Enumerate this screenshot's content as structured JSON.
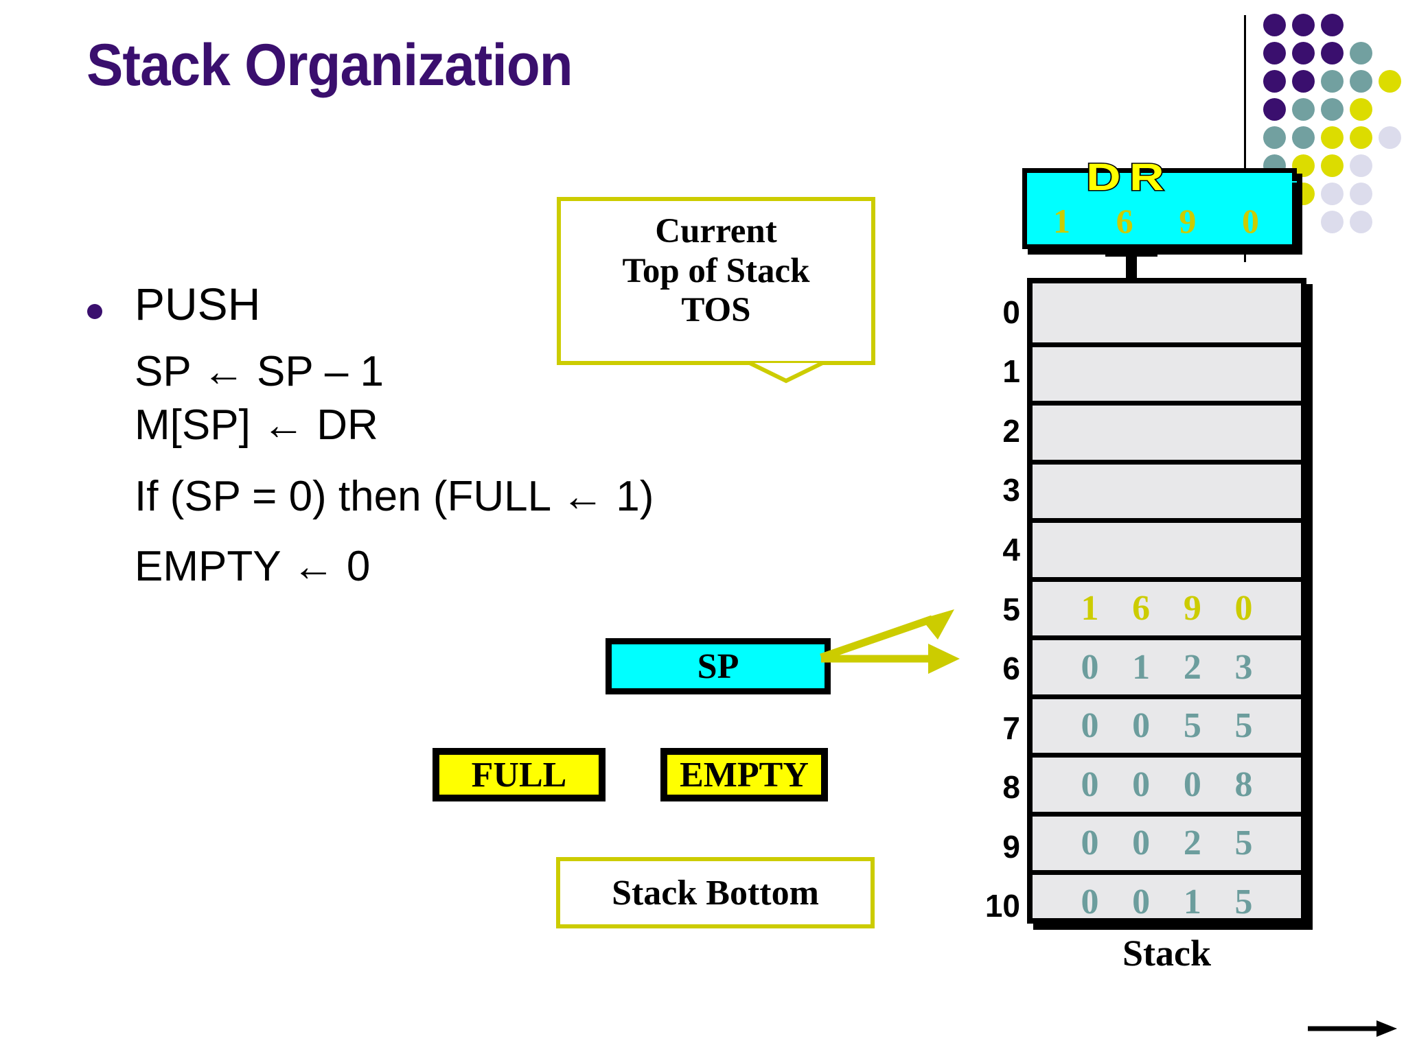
{
  "slide": {
    "title": "Stack Organization",
    "title_color": "#3A0F6E"
  },
  "bullets": [
    {
      "label": "PUSH",
      "lines": [
        "SP ← SP – 1",
        "M[SP] ← DR",
        "If (SP = 0) then (FULL ← 1)",
        "EMPTY ← 0"
      ]
    }
  ],
  "callouts": {
    "tos": {
      "line1": "Current",
      "line2": "Top of Stack",
      "line3": "TOS",
      "border_color": "#CCCC00"
    },
    "stack_bottom": {
      "label": "Stack Bottom",
      "border_color": "#CCCC00"
    }
  },
  "registers": {
    "sp": {
      "label": "SP",
      "fill": "#00FFFF"
    },
    "full": {
      "label": "FULL",
      "fill": "#FFFF00"
    },
    "empty": {
      "label": "EMPTY",
      "fill": "#FFFF00"
    },
    "dr": {
      "label": "DR",
      "fill": "#00FFFF",
      "label_color": "#FFFF00",
      "digits": [
        "1",
        "6",
        "9",
        "0"
      ],
      "digit_color": "#CCCC00"
    }
  },
  "stack": {
    "caption": "Stack",
    "fill": "#E8E8EA",
    "teal": "#6C9D9D",
    "olive": "#CCCC00",
    "rows": [
      {
        "index": "0",
        "digits": [],
        "highlight": false
      },
      {
        "index": "1",
        "digits": [],
        "highlight": false
      },
      {
        "index": "2",
        "digits": [],
        "highlight": false
      },
      {
        "index": "3",
        "digits": [],
        "highlight": false
      },
      {
        "index": "4",
        "digits": [],
        "highlight": false
      },
      {
        "index": "5",
        "digits": [
          "1",
          "6",
          "9",
          "0"
        ],
        "highlight": true
      },
      {
        "index": "6",
        "digits": [
          "0",
          "1",
          "2",
          "3"
        ],
        "highlight": false
      },
      {
        "index": "7",
        "digits": [
          "0",
          "0",
          "5",
          "5"
        ],
        "highlight": false
      },
      {
        "index": "8",
        "digits": [
          "0",
          "0",
          "0",
          "8"
        ],
        "highlight": false
      },
      {
        "index": "9",
        "digits": [
          "0",
          "0",
          "2",
          "5"
        ],
        "highlight": false
      },
      {
        "index": "10",
        "digits": [
          "0",
          "0",
          "1",
          "5"
        ],
        "highlight": false
      }
    ]
  },
  "decor": {
    "dot_colors": {
      "purple": "#3A0F6E",
      "teal": "#72A0A0",
      "yellow": "#DCDC00",
      "lavender": "#DCDCEC"
    },
    "dot_grid": [
      [
        "purple",
        "purple",
        "purple",
        "",
        ""
      ],
      [
        "purple",
        "purple",
        "purple",
        "teal",
        ""
      ],
      [
        "purple",
        "purple",
        "teal",
        "teal",
        "yellow"
      ],
      [
        "purple",
        "teal",
        "teal",
        "yellow",
        ""
      ],
      [
        "teal",
        "teal",
        "yellow",
        "yellow",
        "lavender"
      ],
      [
        "teal",
        "yellow",
        "yellow",
        "lavender",
        ""
      ],
      [
        "",
        "yellow",
        "lavender",
        "lavender",
        ""
      ],
      [
        "",
        "",
        "lavender",
        "lavender",
        ""
      ]
    ]
  }
}
